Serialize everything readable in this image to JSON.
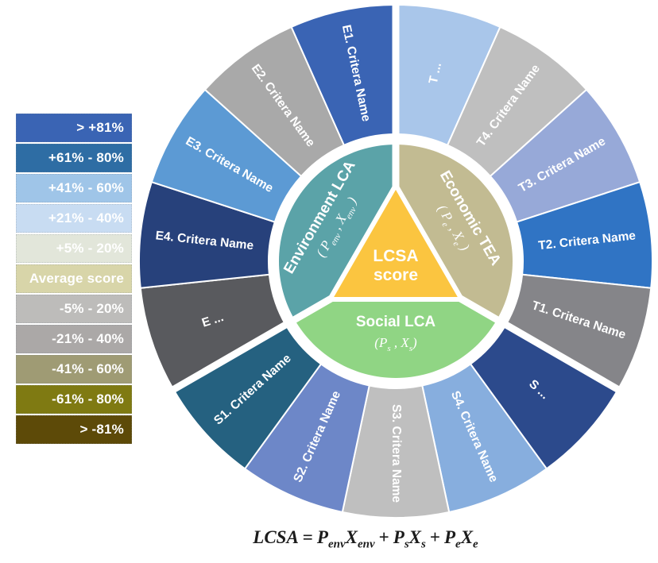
{
  "figure": {
    "legend": {
      "items": [
        {
          "label": "> +81%",
          "color": "#3A64B4"
        },
        {
          "label": "+61% - 80%",
          "color": "#2E6DA4"
        },
        {
          "label": "+41% - 60%",
          "color": "#9FC5E8"
        },
        {
          "label": "+21% - 40%",
          "color": "#C8DCF2"
        },
        {
          "label": "+5% - 20%",
          "color": "#E2E6DA"
        },
        {
          "label": "Average score",
          "color": "#D8D5A9"
        },
        {
          "label": "-5% - 20%",
          "color": "#BDBCBA"
        },
        {
          "label": "-21% - 40%",
          "color": "#ABA8A7"
        },
        {
          "label": "-41% - 60%",
          "color": "#9F9B74"
        },
        {
          "label": "-61% - 80%",
          "color": "#7F7A12"
        },
        {
          "label": "> -81%",
          "color": "#5D4A08"
        }
      ]
    },
    "chart": {
      "label_color": "#FFFFFF",
      "divider_color": "#FFFFFF",
      "center": {
        "line1": "LCSA",
        "line2": "score",
        "triangle_color": "#FBC540"
      },
      "sectors": [
        {
          "id": "economic",
          "name": "Economic TEA",
          "formula_tokens": [
            [
              "( ",
              null
            ],
            [
              "P",
              "e"
            ],
            [
              " , ",
              null
            ],
            [
              "X",
              "e"
            ],
            [
              " )",
              null
            ]
          ],
          "color": "#C2BB92",
          "angle_start": 0,
          "angle_end": 120
        },
        {
          "id": "social",
          "name": "Social LCA",
          "formula_tokens": [
            [
              "(",
              null
            ],
            [
              "P",
              "s"
            ],
            [
              " , ",
              null
            ],
            [
              "X",
              "s"
            ],
            [
              ")",
              null
            ]
          ],
          "color": "#90D584",
          "angle_start": 120,
          "angle_end": 240
        },
        {
          "id": "environment",
          "name": "Environment LCA",
          "formula_tokens": [
            [
              "( ",
              null
            ],
            [
              "P",
              "env"
            ],
            [
              " , ",
              null
            ],
            [
              "X",
              "env"
            ],
            [
              " )",
              null
            ]
          ],
          "color": "#5BA3A8",
          "angle_start": 240,
          "angle_end": 360
        }
      ],
      "segments": [
        {
          "id": "t-more",
          "label": "T ...",
          "color": "#A9C6EA",
          "start": 0,
          "end": 24
        },
        {
          "id": "t4",
          "label": "T4. Critera Name",
          "color": "#BFBFBF",
          "start": 24,
          "end": 48
        },
        {
          "id": "t3",
          "label": "T3. Critera Name",
          "color": "#97A9D8",
          "start": 48,
          "end": 72
        },
        {
          "id": "t2",
          "label": "T2. Critera Name",
          "color": "#3074C4",
          "start": 72,
          "end": 96
        },
        {
          "id": "t1",
          "label": "T1. Critera Name",
          "color": "#858589",
          "start": 96,
          "end": 120
        },
        {
          "id": "s-more",
          "label": "S ...",
          "color": "#2C4A8C",
          "start": 120,
          "end": 144
        },
        {
          "id": "s4",
          "label": "S4. Critera Name",
          "color": "#87AEDE",
          "start": 144,
          "end": 168
        },
        {
          "id": "s3",
          "label": "S3. Critera Name",
          "color": "#BFBFBF",
          "start": 168,
          "end": 192
        },
        {
          "id": "s2",
          "label": "S2. Critera Name",
          "color": "#6D87C8",
          "start": 192,
          "end": 216
        },
        {
          "id": "s1",
          "label": "S1. Critera Name",
          "color": "#256180",
          "start": 216,
          "end": 240
        },
        {
          "id": "e-more",
          "label": "E ...",
          "color": "#595A5E",
          "start": 240,
          "end": 264
        },
        {
          "id": "e4",
          "label": "E4. Critera Name",
          "color": "#27417B",
          "start": 264,
          "end": 288
        },
        {
          "id": "e3",
          "label": "E3. Critera Name",
          "color": "#5C9AD4",
          "start": 288,
          "end": 312
        },
        {
          "id": "e2",
          "label": "E2. Critera Name",
          "color": "#A9A9A9",
          "start": 312,
          "end": 336
        },
        {
          "id": "e1",
          "label": "E1. Critera Name",
          "color": "#3A64B4",
          "start": 336,
          "end": 360
        }
      ]
    },
    "equation": {
      "tokens": [
        {
          "t": "LCSA"
        },
        {
          "t": "=",
          "op": true
        },
        {
          "t": "P",
          "s": "env"
        },
        {
          "t": "X",
          "s": "env"
        },
        {
          "t": "+",
          "op": true
        },
        {
          "t": "P",
          "s": "s"
        },
        {
          "t": "X",
          "s": "s"
        },
        {
          "t": "+",
          "op": true
        },
        {
          "t": "P",
          "s": "e"
        },
        {
          "t": "X",
          "s": "e"
        }
      ]
    }
  }
}
